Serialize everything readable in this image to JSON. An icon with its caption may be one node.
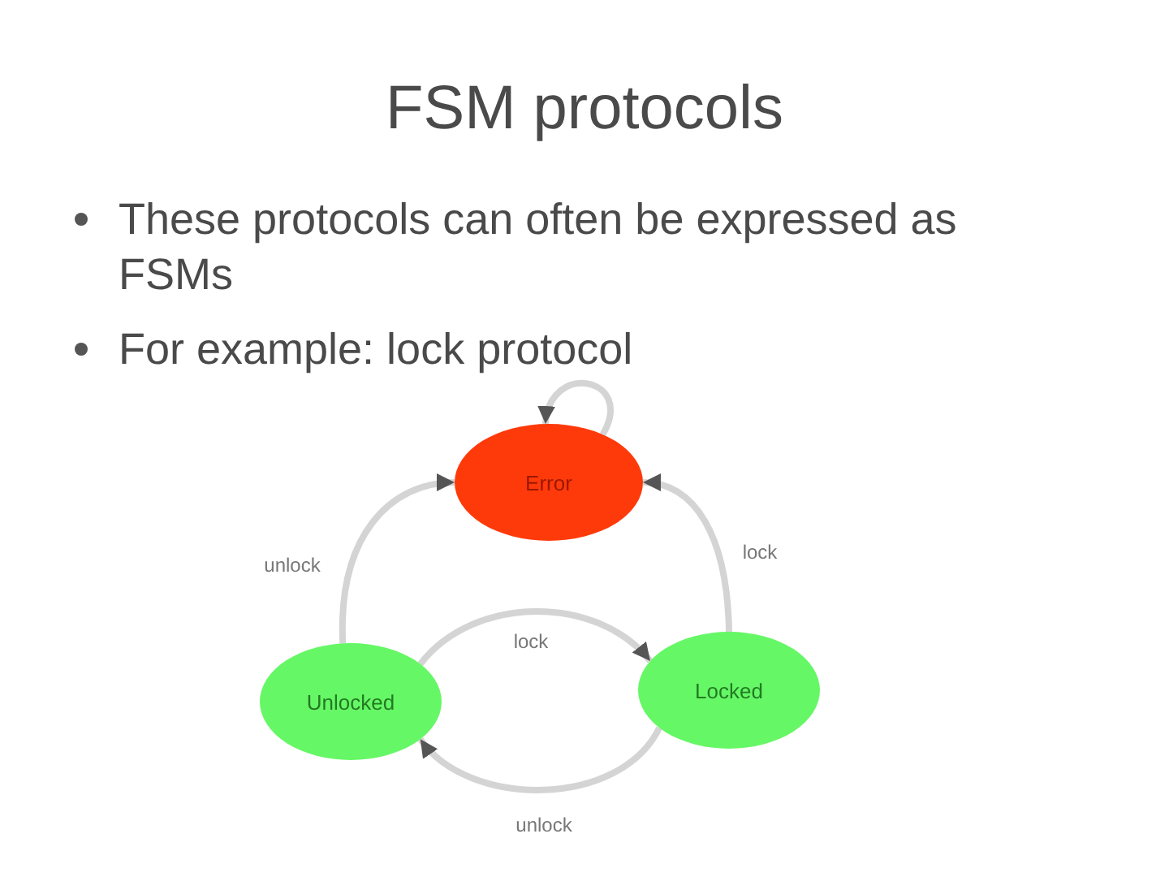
{
  "diagram": {
    "title": "FSM protocols",
    "nodes": [
      {
        "text": [
          "Error"
        ]
      },
      {
        "text": [
          "Unlocked"
        ]
      },
      {
        "text": [
          "Locked"
        ]
      }
    ],
    "edges": [
      {
        "from": 1,
        "to": 0,
        "arrow": "to",
        "label": "unlock"
      },
      {
        "from": 2,
        "to": 0,
        "arrow": "to",
        "label": "lock"
      },
      {
        "from": 1,
        "to": 2,
        "arrow": "to",
        "label": "lock"
      },
      {
        "from": 2,
        "to": 1,
        "arrow": "to",
        "label": "unlock"
      },
      {
        "from": 0,
        "to": 0,
        "arrow": "to"
      }
    ],
    "labels": [
      "These protocols can often be expressed as FSMs",
      "For example: lock protocol"
    ]
  }
}
